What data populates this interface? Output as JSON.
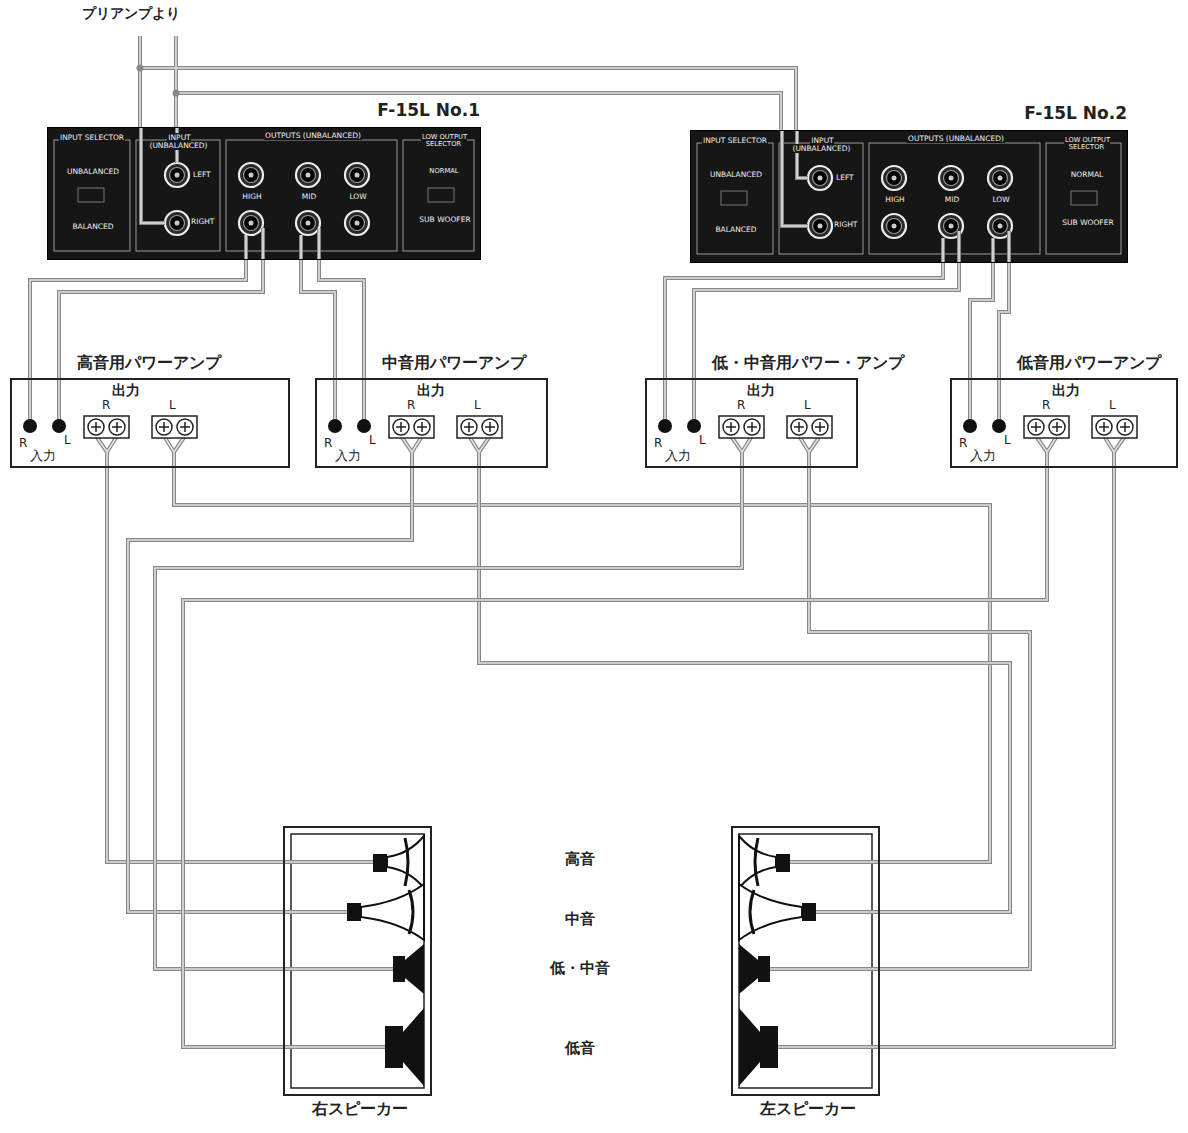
{
  "diagram": {
    "nodes": [
      {
        "text": [
          "F-15L No.1",
          "INPUT SELECTOR",
          "INPUT (UNBALANCED)",
          "OUTPUTS (UNBALANCED)",
          "LOW OUTPUT SELECTOR",
          "UNBALANCED",
          "BALANCED",
          "LEFT",
          "RIGHT",
          "HIGH",
          "MID",
          "LOW",
          "NORMAL",
          "SUB WOOFER"
        ]
      },
      {
        "text": [
          "F-15L No.2",
          "INPUT SELECTOR",
          "INPUT (UNBALANCED)",
          "OUTPUTS (UNBALANCED)",
          "LOW OUTPUT SELECTOR",
          "UNBALANCED",
          "BALANCED",
          "LEFT",
          "RIGHT",
          "HIGH",
          "MID",
          "LOW",
          "NORMAL",
          "SUB WOOFER"
        ]
      },
      {
        "text": [
          "高音用パワーアンプ",
          "出力",
          "R",
          "L",
          "R",
          "L",
          "入力"
        ]
      },
      {
        "text": [
          "中音用パワーアンプ",
          "出力",
          "R",
          "L",
          "R",
          "L",
          "入力"
        ]
      },
      {
        "text": [
          "低・中音用パワー・アンプ",
          "出力",
          "R",
          "L",
          "R",
          "L",
          "入力"
        ]
      },
      {
        "text": [
          "低音用パワーアンプ",
          "出力",
          "R",
          "L",
          "R",
          "L",
          "入力"
        ]
      },
      {
        "text": [
          "右スピーカー"
        ]
      },
      {
        "text": [
          "左スピーカー"
        ]
      }
    ],
    "edges": [
      {
        "from": 0,
        "to": 2,
        "arrow": "none"
      },
      {
        "from": 0,
        "to": 3,
        "arrow": "none"
      },
      {
        "from": 1,
        "to": 4,
        "arrow": "none"
      },
      {
        "from": 1,
        "to": 5,
        "arrow": "none"
      },
      {
        "from": 2,
        "to": 6,
        "arrow": "none"
      },
      {
        "from": 2,
        "to": 7,
        "arrow": "none"
      },
      {
        "from": 3,
        "to": 6,
        "arrow": "none"
      },
      {
        "from": 3,
        "to": 7,
        "arrow": "none"
      },
      {
        "from": 4,
        "to": 6,
        "arrow": "none"
      },
      {
        "from": 4,
        "to": 7,
        "arrow": "none"
      },
      {
        "from": 5,
        "to": 6,
        "arrow": "none"
      },
      {
        "from": 5,
        "to": 7,
        "arrow": "none"
      }
    ],
    "labels": [
      "プリアンプより",
      "高音",
      "中音",
      "低・中音",
      "低音"
    ]
  }
}
